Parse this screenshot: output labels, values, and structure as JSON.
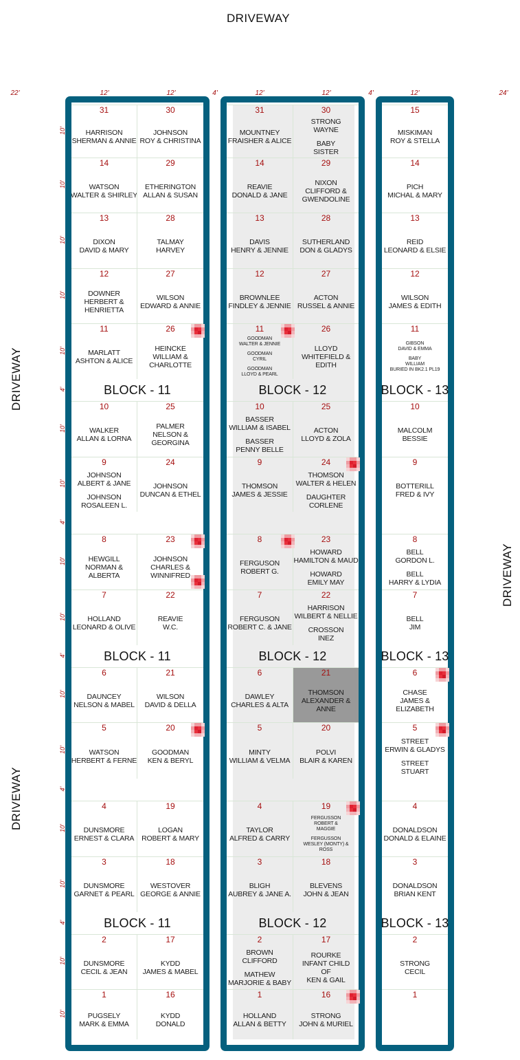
{
  "driveway_labels": {
    "top": "DRIVEWAY",
    "left_upper": "DRIVEWAY",
    "left_lower": "DRIVEWAY",
    "right": "DRIVEWAY"
  },
  "widths": {
    "left_edge": "22'",
    "right_edge": "24'",
    "column": "12'",
    "path": "4'"
  },
  "row_height_labels": [
    "10'",
    "10'",
    "10'",
    "10'",
    "10'",
    "4'",
    "10'",
    "10'",
    "4'",
    "10'",
    "10'",
    "4'",
    "10'",
    "10'",
    "4'",
    "10'",
    "10'",
    "4'",
    "10'",
    "10'"
  ],
  "block_labels": {
    "b11": "BLOCK - 11",
    "b12": "BLOCK - 12",
    "b13": "BLOCK - 13"
  },
  "colors": {
    "frame": "#05607e",
    "plot_number": "#a50f0f",
    "shade": "#ececec",
    "highlight": "#999999",
    "marker": "#e8303c"
  },
  "blocks": [
    {
      "id": "b11",
      "columns": [
        {
          "plots": [
            {
              "number": "31",
              "names": [
                "HARRISON",
                "SHERMAN & ANNIE"
              ]
            },
            {
              "number": "14",
              "names": [
                "WATSON",
                "WALTER & SHIRLEY"
              ]
            },
            {
              "number": "13",
              "names": [
                "DIXON",
                "DAVID & MARY"
              ]
            },
            {
              "number": "12",
              "names": [
                "DOWNER",
                "HERBERT &",
                "HENRIETTA"
              ]
            },
            {
              "number": "11",
              "names": [
                "MARLATT",
                "ASHTON & ALICE"
              ]
            },
            {
              "number": "10",
              "names": [
                "WALKER",
                "ALLAN & LORNA"
              ]
            },
            {
              "number": "9",
              "names": [
                "JOHNSON",
                "ALBERT & JANE",
                "",
                "JOHNSON",
                "ROSALEEN L."
              ]
            },
            {
              "number": "8",
              "names": [
                "HEWGILL",
                "NORMAN &",
                "ALBERTA"
              ]
            },
            {
              "number": "7",
              "names": [
                "HOLLAND",
                "LEONARD & OLIVE"
              ]
            },
            {
              "number": "6",
              "names": [
                "DAUNCEY",
                "NELSON & MABEL"
              ]
            },
            {
              "number": "5",
              "names": [
                "WATSON",
                "HERBERT & FERNE"
              ]
            },
            {
              "number": "4",
              "names": [
                "DUNSMORE",
                "ERNEST & CLARA"
              ]
            },
            {
              "number": "3",
              "names": [
                "DUNSMORE",
                "GARNET & PEARL"
              ]
            },
            {
              "number": "2",
              "names": [
                "DUNSMORE",
                "CECIL  & JEAN"
              ]
            },
            {
              "number": "1",
              "names": [
                "PUGSELY",
                "MARK & EMMA"
              ]
            }
          ]
        },
        {
          "plots": [
            {
              "number": "30",
              "names": [
                "JOHNSON",
                "ROY & CHRISTINA"
              ]
            },
            {
              "number": "29",
              "names": [
                "ETHERINGTON",
                "ALLAN & SUSAN"
              ]
            },
            {
              "number": "28",
              "names": [
                "TALMAY",
                "HARVEY"
              ]
            },
            {
              "number": "27",
              "names": [
                "WILSON",
                "EDWARD & ANNIE"
              ]
            },
            {
              "number": "26",
              "names": [
                "HEINCKE",
                "WILLIAM &",
                "CHARLOTTE"
              ],
              "marker": true
            },
            {
              "number": "25",
              "names": [
                "PALMER",
                "NELSON &",
                "GEORGINA"
              ]
            },
            {
              "number": "24",
              "names": [
                "JOHNSON",
                "DUNCAN & ETHEL"
              ]
            },
            {
              "number": "23",
              "names": [
                "JOHNSON",
                "CHARLES &",
                "WINNIFRED"
              ],
              "marker": true,
              "marker2": true
            },
            {
              "number": "22",
              "names": [
                "REAVIE",
                "W.C."
              ]
            },
            {
              "number": "21",
              "names": [
                "WILSON",
                "DAVID & DELLA"
              ]
            },
            {
              "number": "20",
              "names": [
                "GOODMAN",
                "KEN & BERYL"
              ],
              "marker": true
            },
            {
              "number": "19",
              "names": [
                "LOGAN",
                "ROBERT & MARY"
              ]
            },
            {
              "number": "18",
              "names": [
                "WESTOVER",
                "GEORGE & ANNIE"
              ]
            },
            {
              "number": "17",
              "names": [
                "KYDD",
                "JAMES & MABEL"
              ]
            },
            {
              "number": "16",
              "names": [
                "KYDD",
                "DONALD"
              ]
            }
          ]
        }
      ]
    },
    {
      "id": "b12",
      "columns": [
        {
          "plots": [
            {
              "number": "31",
              "names": [
                "MOUNTNEY",
                "FRAISHER & ALICE"
              ]
            },
            {
              "number": "14",
              "names": [
                "REAVIE",
                "DONALD & JANE"
              ]
            },
            {
              "number": "13",
              "names": [
                "DAVIS",
                "HENRY & JENNIE"
              ]
            },
            {
              "number": "12",
              "names": [
                "BROWNLEE",
                "FINDLEY & JENNIE"
              ]
            },
            {
              "number": "11",
              "tiny": true,
              "names": [
                "GOODMAN",
                "WALTER & JENNIE",
                "",
                "GOODMAN",
                "CYRIL",
                "",
                "GOODMAN",
                "LLOYD & PEARL"
              ],
              "marker": true
            },
            {
              "number": "10",
              "names": [
                "BASSER",
                "WILLIAM & ISABEL",
                "",
                "BASSER",
                "PENNY BELLE"
              ]
            },
            {
              "number": "9",
              "names": [
                "THOMSON",
                "JAMES & JESSIE"
              ]
            },
            {
              "number": "8",
              "names": [
                "FERGUSON",
                "ROBERT  G."
              ],
              "marker": true
            },
            {
              "number": "7",
              "names": [
                "FERGUSON",
                "ROBERT  C. & JANE"
              ]
            },
            {
              "number": "6",
              "names": [
                "DAWLEY",
                "CHARLES & ALTA"
              ]
            },
            {
              "number": "5",
              "names": [
                "MINTY",
                "WILLIAM & VELMA"
              ]
            },
            {
              "number": "4",
              "names": [
                "TAYLOR",
                "ALFRED & CARRY"
              ]
            },
            {
              "number": "3",
              "names": [
                "BLIGH",
                "AUBREY & JANE A."
              ]
            },
            {
              "number": "2",
              "names": [
                "BROWN",
                "CLIFFORD",
                "",
                "MATHEW",
                "MARJORIE & BABY"
              ]
            },
            {
              "number": "1",
              "names": [
                "HOLLAND",
                "ALLAN & BETTY"
              ]
            }
          ]
        },
        {
          "plots": [
            {
              "number": "30",
              "names": [
                "STRONG",
                "WAYNE",
                "",
                "BABY",
                "SISTER"
              ]
            },
            {
              "number": "29",
              "names": [
                "NIXON",
                "CLIFFORD &",
                "GWENDOLINE"
              ]
            },
            {
              "number": "28",
              "names": [
                "SUTHERLAND",
                "DON & GLADYS"
              ]
            },
            {
              "number": "27",
              "names": [
                "ACTON",
                "RUSSEL & ANNIE"
              ]
            },
            {
              "number": "26",
              "names": [
                "LLOYD",
                "WHITEFIELD &",
                "EDITH"
              ]
            },
            {
              "number": "25",
              "names": [
                "ACTON",
                "LLOYD & ZOLA"
              ]
            },
            {
              "number": "24",
              "names": [
                "THOMSON",
                "WALTER & HELEN",
                "",
                "DAUGHTER",
                "CORLENE"
              ],
              "marker": true
            },
            {
              "number": "23",
              "names": [
                "HOWARD",
                "HAMILTON & MAUD",
                "",
                "HOWARD",
                "EMILY MAY"
              ]
            },
            {
              "number": "22",
              "names": [
                "HARRISON",
                "WILBERT & NELLIE",
                "",
                "CROSSON",
                "INEZ"
              ]
            },
            {
              "number": "21",
              "names": [
                "THOMSON",
                "ALEXANDER &",
                "ANNE"
              ],
              "highlight": true
            },
            {
              "number": "20",
              "names": [
                "POLVI",
                "BLAIR & KAREN"
              ]
            },
            {
              "number": "19",
              "tiny": true,
              "names": [
                "FERGUSSON",
                "ROBERT &",
                "MAGGIE",
                "",
                "FERGUSSON",
                "WESLEY (MONTY) &",
                "ROSS"
              ],
              "marker": true
            },
            {
              "number": "18",
              "names": [
                "BLEVENS",
                "JOHN & JEAN"
              ]
            },
            {
              "number": "17",
              "names": [
                "ROURKE",
                "INFANT CHILD",
                "OF",
                "KEN & GAIL"
              ]
            },
            {
              "number": "16",
              "names": [
                "STRONG",
                "JOHN & MURIEL"
              ],
              "marker": true
            }
          ]
        }
      ]
    },
    {
      "id": "b13",
      "columns": [
        {
          "plots": [
            {
              "number": "15",
              "names": [
                "MISKIMAN",
                "ROY & STELLA"
              ]
            },
            {
              "number": "14",
              "names": [
                "PICH",
                "MICHAL & MARY"
              ]
            },
            {
              "number": "13",
              "names": [
                "REID",
                "LEONARD & ELSIE"
              ]
            },
            {
              "number": "12",
              "names": [
                "WILSON",
                "JAMES & EDITH"
              ]
            },
            {
              "number": "11",
              "tiny": true,
              "names": [
                "GIBSON",
                "DAVID & EMMA",
                "",
                "BABY",
                "WILLIAM",
                "BURIED IN BK2.1 PL19"
              ]
            },
            {
              "number": "10",
              "names": [
                "MALCOLM",
                "BESSIE"
              ]
            },
            {
              "number": "9",
              "names": [
                "BOTTERILL",
                "FRED & IVY"
              ]
            },
            {
              "number": "8",
              "names": [
                "BELL",
                "GORDON L.",
                "",
                "BELL",
                "HARRY & LYDIA"
              ]
            },
            {
              "number": "7",
              "names": [
                "BELL",
                "JIM"
              ]
            },
            {
              "number": "6",
              "names": [
                "CHASE",
                "JAMES &",
                "ELIZABETH"
              ],
              "marker": true
            },
            {
              "number": "5",
              "names": [
                "STREET",
                "ERWIN & GLADYS",
                "",
                "STREET",
                "STUART"
              ],
              "marker": true
            },
            {
              "number": "4",
              "names": [
                "DONALDSON",
                "DONALD & ELAINE"
              ]
            },
            {
              "number": "3",
              "names": [
                "DONALDSON",
                "BRIAN KENT"
              ]
            },
            {
              "number": "2",
              "names": [
                "STRONG",
                "CECIL"
              ]
            },
            {
              "number": "1",
              "names": []
            }
          ]
        }
      ]
    }
  ]
}
